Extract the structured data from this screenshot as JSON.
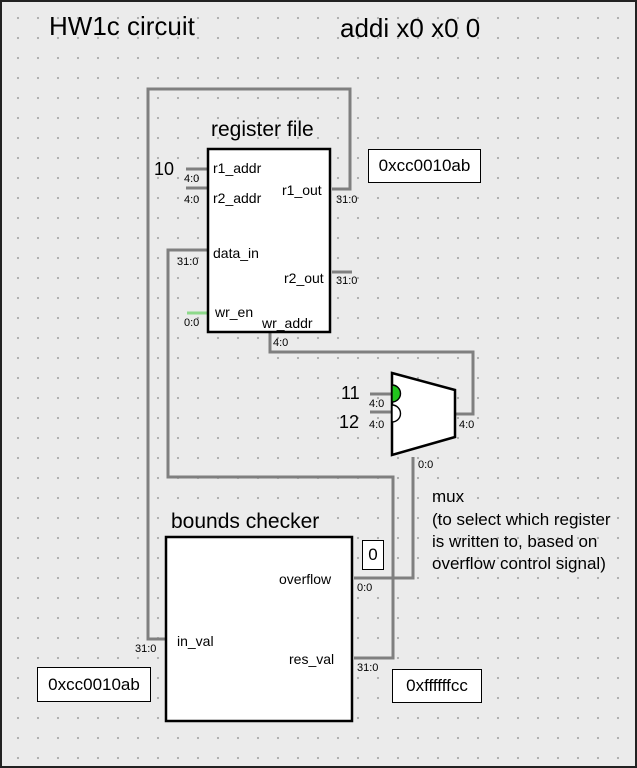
{
  "title": "HW1c circuit",
  "instruction": "addi x0 x0 0",
  "register_file": {
    "label": "register file",
    "r1_addr_const": "10",
    "ports": {
      "r1_addr": "r1_addr",
      "r2_addr": "r2_addr",
      "data_in": "data_in",
      "wr_en": "wr_en",
      "wr_addr": "wr_addr",
      "r1_out": "r1_out",
      "r2_out": "r2_out"
    },
    "widths": {
      "r1_addr": "4:0",
      "r2_addr": "4:0",
      "data_in": "31:0",
      "wr_en": "0:0",
      "wr_addr": "4:0",
      "r1_out": "31:0",
      "r2_out": "31:0"
    }
  },
  "probe_r1_out": "0xcc0010ab",
  "mux": {
    "input0_const": "11",
    "input1_const": "12",
    "width_in0": "4:0",
    "width_in1": "4:0",
    "width_out": "4:0",
    "width_sel": "0:0",
    "label": "mux",
    "description_lines": [
      "(to select which register",
      "is written to, based on",
      "overflow control signal)"
    ],
    "selected_color": "#22c31e"
  },
  "bounds_checker": {
    "label": "bounds checker",
    "ports": {
      "overflow": "overflow",
      "in_val": "in_val",
      "res_val": "res_val"
    },
    "widths": {
      "overflow": "0:0",
      "in_val": "31:0",
      "res_val": "31:0"
    }
  },
  "probe_overflow": "0",
  "probe_in_val": "0xcc0010ab",
  "probe_res_val": "0xffffffcc",
  "colors": {
    "wire": "#7f7f7f",
    "wr_en_wire": "#8ed98b",
    "background": "#ebebeb"
  }
}
